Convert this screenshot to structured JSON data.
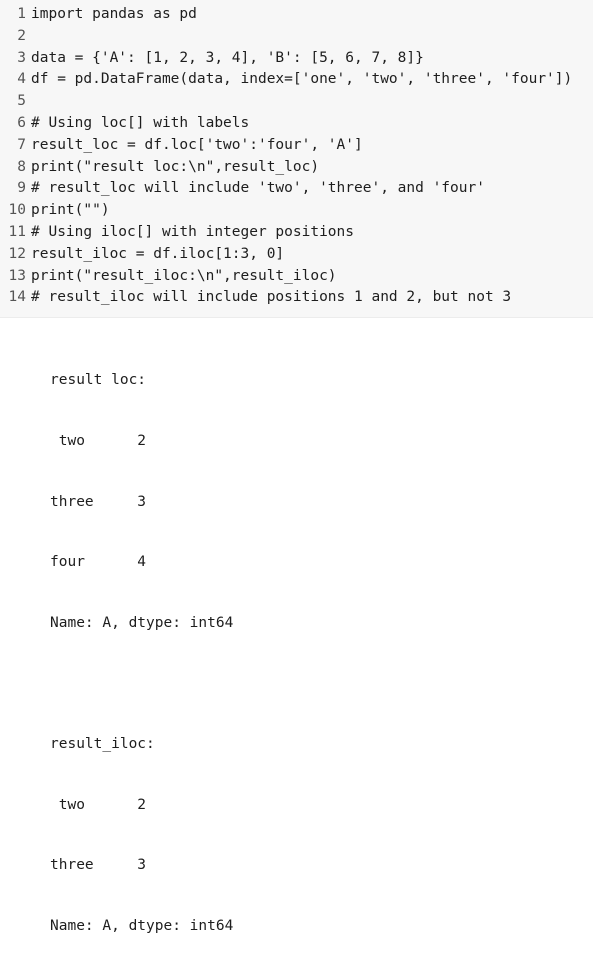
{
  "code_cell": {
    "lines": [
      {
        "number": "1",
        "code": "import pandas as pd"
      },
      {
        "number": "2",
        "code": ""
      },
      {
        "number": "3",
        "code": "data = {'A': [1, 2, 3, 4], 'B': [5, 6, 7, 8]}"
      },
      {
        "number": "4",
        "code": "df = pd.DataFrame(data, index=['one', 'two', 'three', 'four'])"
      },
      {
        "number": "5",
        "code": ""
      },
      {
        "number": "6",
        "code": "# Using loc[] with labels"
      },
      {
        "number": "7",
        "code": "result_loc = df.loc['two':'four', 'A']"
      },
      {
        "number": "8",
        "code": "print(\"result loc:\\n\",result_loc)"
      },
      {
        "number": "9",
        "code": "# result_loc will include 'two', 'three', and 'four'"
      },
      {
        "number": "10",
        "code": "print(\"\")"
      },
      {
        "number": "11",
        "code": "# Using iloc[] with integer positions"
      },
      {
        "number": "12",
        "code": "result_iloc = df.iloc[1:3, 0]"
      },
      {
        "number": "13",
        "code": "print(\"result_iloc:\\n\",result_iloc)"
      },
      {
        "number": "14",
        "code": "# result_iloc will include positions 1 and 2, but not 3"
      }
    ]
  },
  "output": {
    "block1": [
      "result loc:",
      " two      2",
      "three     3",
      "four      4",
      "Name: A, dtype: int64"
    ],
    "block2": [
      "result_iloc:",
      " two      2",
      "three     3",
      "Name: A, dtype: int64"
    ]
  }
}
